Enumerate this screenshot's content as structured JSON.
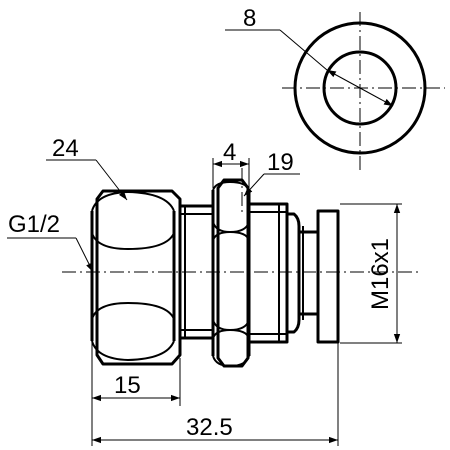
{
  "dimensions": {
    "inner_diameter": "8",
    "hex_large": "24",
    "thread_pipe": "G1/2",
    "nut_width": "4",
    "hex_small": "19",
    "thread_metric": "M16x1",
    "body_length": "15",
    "total_length": "32.5"
  }
}
